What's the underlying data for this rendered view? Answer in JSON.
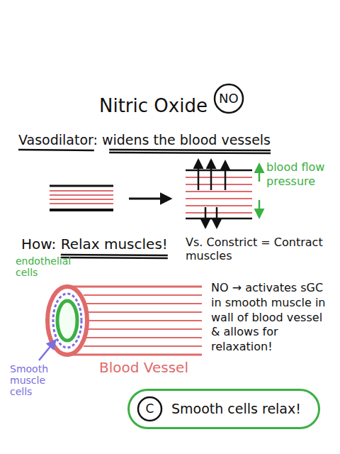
{
  "diagram": {
    "title": "Nitric Oxide",
    "nodes": [
      {
        "text": [
          "NO"
        ]
      },
      {
        "text": [
          "Smooth cells relax!"
        ]
      },
      {
        "text": [
          "C"
        ],
        "in": 1
      }
    ],
    "labels": [
      "Vasodilator: widens the blood vessels",
      "blood flow pressure",
      "How: Relax muscles!",
      "Vs. Constrict = Contract muscles",
      "endothelial cells",
      "Smooth muscle cells",
      "Blood Vessel",
      "NO → activates sGC in smooth muscle in wall of blood vessel & allows for relaxation!"
    ]
  }
}
